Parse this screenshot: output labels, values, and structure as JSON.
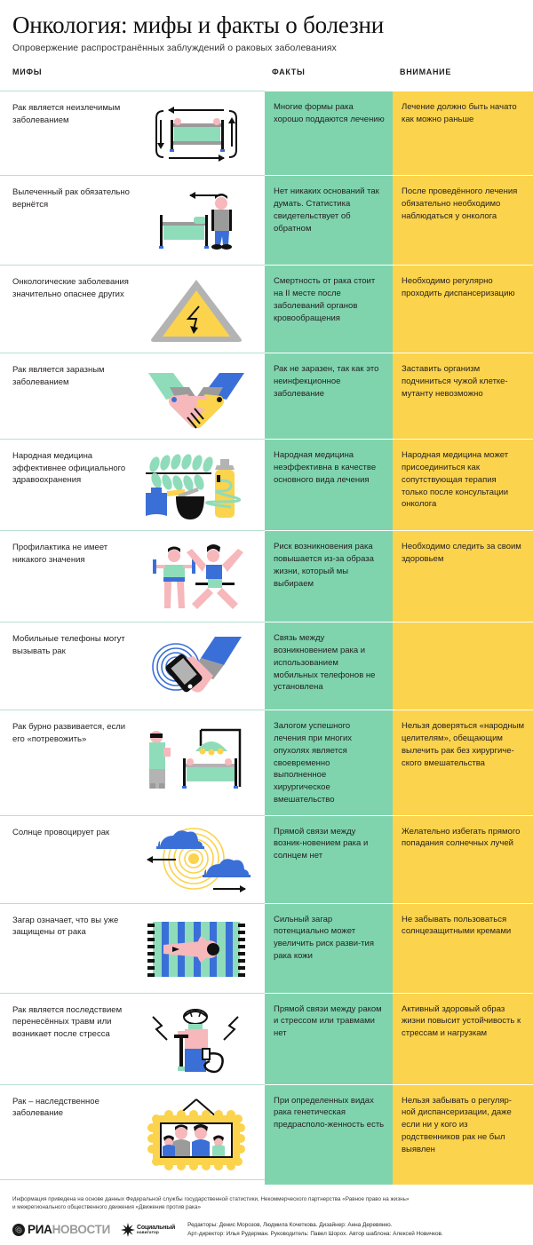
{
  "header": {
    "title": "Онкология: мифы и факты о болезни",
    "subtitle": "Опровержение распространённых заблуждений о раковых заболеваниях"
  },
  "columns": {
    "myths": "МИФЫ",
    "facts": "ФАКТЫ",
    "attention": "ВНИМАНИЕ"
  },
  "colors": {
    "fact_bg": "#7fd4ae",
    "attention_bg": "#fbd34d",
    "divider": "#b7e0cf",
    "text": "#231f20",
    "blue": "#3a6fd8",
    "pink": "#f6b8bb",
    "mint": "#8fdcba",
    "grey": "#9b9b9b"
  },
  "rows": [
    {
      "myth": "Рак является неизлечимым заболеванием",
      "fact": "Многие формы рака хорошо поддаются лечению",
      "attention": "Лечение должно быть начато как можно раньше",
      "icon": "hospital-bed-with-arrows-icon"
    },
    {
      "myth": "Вылеченный рак обязательно вернётся",
      "fact": "Нет никаких оснований так думать. Статистика свидетельствует об обратном",
      "attention": "После проведённого лечения обязательно необходимо наблюдаться у онколога",
      "icon": "patient-leaving-bed-icon"
    },
    {
      "myth": "Онкологические заболевания значительно опаснее других",
      "fact": "Смертность от рака стоит на II месте после заболеваний органов кровообращения",
      "attention": "Необходимо регулярно проходить диспансеризацию",
      "icon": "warning-triangle-icon"
    },
    {
      "myth": "Рак является заразным заболеванием",
      "fact": "Рак не заразен, так как это неинфекционное заболевание",
      "attention": "Заставить организм подчиниться чужой клетке-мутанту невозможно",
      "icon": "handshake-icon"
    },
    {
      "myth": "Народная медицина эффективнее официального здравоохранения",
      "fact": "Народная медицина неэффективна в качестве основного вида лечения",
      "attention": "Народная медицина может присоединиться как сопутствующая терапия только после консультации онколога",
      "icon": "herbs-mortar-bottle-icon"
    },
    {
      "myth": "Профилактика не имеет никакого значения",
      "fact": "Риск возникновения рака повышается из-за образа жизни, который мы выбираем",
      "attention": "Необходимо следить за своим здоровьем",
      "icon": "exercising-people-icon"
    },
    {
      "myth": "Мобильные телефоны могут вызывать рак",
      "fact": "Связь между возникновением рака и использованием мобильных телефонов не установлена",
      "attention": "",
      "icon": "hand-holding-phone-waves-icon"
    },
    {
      "myth": "Рак бурно развивается, если его «потревожить»",
      "fact": "Залогом успешного лечения при многих опухолях является своевременно выполненное хирургическое вмешательство",
      "attention": "Нельзя доверяться «народным целителям», обещающим вылечить рак без хирургиче-ского вмешательства",
      "icon": "surgery-operating-table-icon"
    },
    {
      "myth": "Солнце провоцирует рак",
      "fact": "Прямой связи между возник-новением рака и солнцем нет",
      "attention": "Желательно избегать прямого попадания солнечных лучей",
      "icon": "sun-with-clouds-icon"
    },
    {
      "myth": "Загар означает, что вы уже защищены от рака",
      "fact": "Сильный загар потенциально может увеличить риск разви-тия рака кожи",
      "attention": "Не забывать пользоваться солнцезащитными кремами",
      "icon": "person-on-beach-towel-icon"
    },
    {
      "myth": "Рак является последствием перенесённых травм или возникает после стресса",
      "fact": "Прямой связи между раком и стрессом или травмами нет",
      "attention": "Активный здоровый образ жизни повысит устойчивость к стрессам и нагрузкам",
      "icon": "injured-person-crutch-icon"
    },
    {
      "myth": "Рак – наследственное заболевание",
      "fact": "При определенных видах рака генетическая предрасполо-женность есть",
      "attention": "Нельзя забывать о регуляр-ной диспансеризации, даже если ни у кого из родственников рак не был выявлен",
      "icon": "family-photo-frame-icon"
    }
  ],
  "footer": {
    "source_line1": "Информация приведена на основе данных Федеральной службы государственной статистики, Некоммерческого партнерства «Равное право на жизнь»",
    "source_line2": "и межрегионального общественного движения «Движение против рака»",
    "logo_ria_dark": "РИА",
    "logo_ria_grey": "НОВОСТИ",
    "logo_social_line1": "Социальный",
    "logo_social_line2": "навигатор",
    "credits_line1": "Редакторы: Денис Морозов, Людмила Кочеткова. Дизайнер: Анна Деревянко.",
    "credits_line2": "Арт-директор: Илья Рудерман. Руководитель: Павел Шорох. Автор шаблона: Алексей Новичков."
  }
}
